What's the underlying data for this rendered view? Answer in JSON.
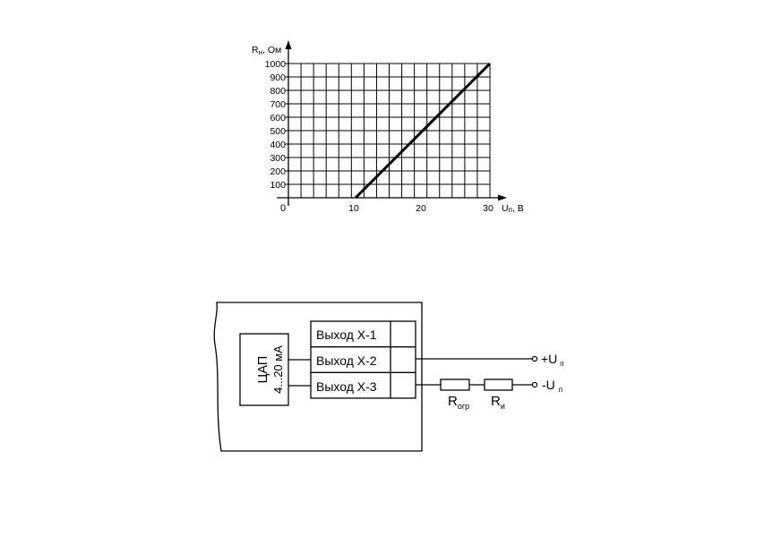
{
  "chart": {
    "y_axis_label_main": "R",
    "y_axis_label_sub": "н",
    "y_axis_label_unit": ", Ом",
    "x_axis_label_main": "U",
    "x_axis_label_sub": "п",
    "x_axis_label_unit": ", В",
    "origin_label": "0"
  },
  "chart_data": {
    "type": "line",
    "xlabel": "Uп, В",
    "ylabel": "Rн, Ом",
    "xlim": [
      0,
      30
    ],
    "ylim": [
      0,
      1000
    ],
    "x_ticks": [
      10,
      20,
      30
    ],
    "y_ticks": [
      100,
      200,
      300,
      400,
      500,
      600,
      700,
      800,
      900,
      1000
    ],
    "x_grid_step": 1.875,
    "y_grid_step": 100,
    "grid": true,
    "series": [
      {
        "x": [
          10,
          30
        ],
        "y": [
          0,
          1000
        ]
      }
    ]
  },
  "circuit": {
    "dac_label": "ЦАП",
    "dac_range": "4...20 мА",
    "outputs": [
      "Выход Х-1",
      "Выход Х-2",
      "Выход Х-3"
    ],
    "resistor_limit_main": "R",
    "resistor_limit_sub": "огр",
    "resistor_meter_main": "R",
    "resistor_meter_sub": "и",
    "supply_plus_main": "+U",
    "supply_plus_sub": "п",
    "supply_minus_main": "-U",
    "supply_minus_sub": "п"
  }
}
